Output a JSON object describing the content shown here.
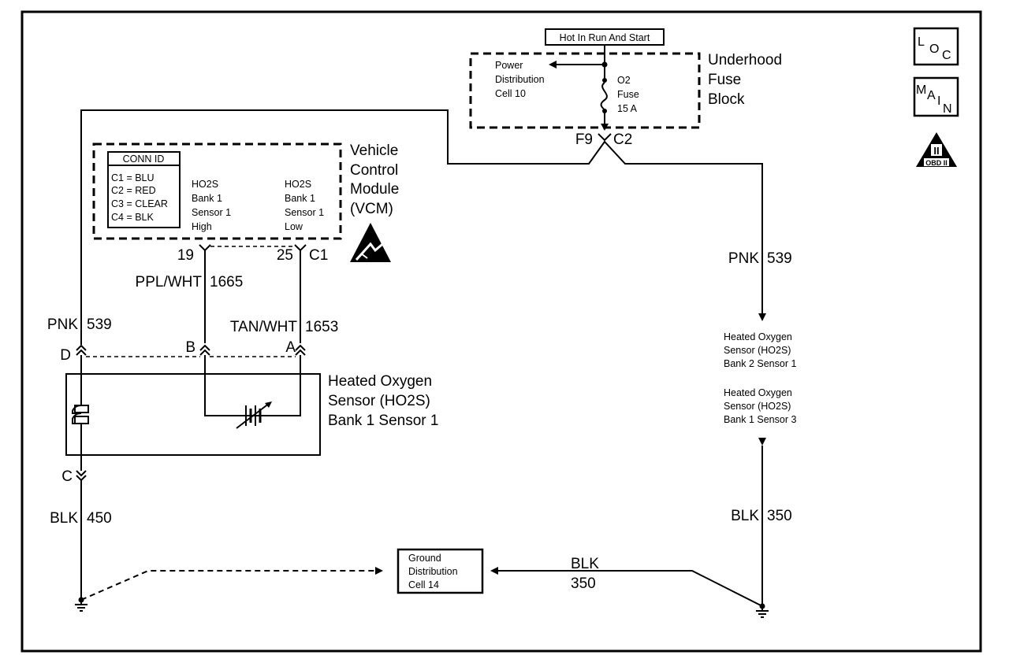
{
  "fuse_block": {
    "hot_label": "Hot In Run And Start",
    "name_lines": [
      "Underhood",
      "Fuse",
      "Block"
    ],
    "power_lines": [
      "Power",
      "Distribution",
      "Cell 10"
    ],
    "fuse_lines": [
      "O2",
      "Fuse",
      "15 A"
    ],
    "cavity": "F9",
    "connector": "C2"
  },
  "badges": {
    "loc": {
      "top": "L",
      "middle": "O",
      "bottom": "C"
    },
    "main": {
      "top": "M",
      "middle": "A",
      "lower": "I",
      "bottom": "N"
    },
    "obd_numeral": "II",
    "obd_text": "OBD II"
  },
  "vcm": {
    "name_lines": [
      "Vehicle",
      "Control",
      "Module",
      "(VCM)"
    ],
    "conn_id_title": "CONN ID",
    "conn_ids": [
      "C1 = BLU",
      "C2 = RED",
      "C3 = CLEAR",
      "C4 = BLK"
    ],
    "pin_high_lines": [
      "HO2S",
      "Bank 1",
      "Sensor 1",
      "High"
    ],
    "pin_low_lines": [
      "HO2S",
      "Bank 1",
      "Sensor 1",
      "Low"
    ],
    "pin_high_num": "19",
    "pin_low_num": "25",
    "connector": "C1"
  },
  "wires": {
    "pnk_left": {
      "color": "PNK",
      "circuit": "539"
    },
    "pnk_right": {
      "color": "PNK",
      "circuit": "539"
    },
    "ppl_wht": {
      "color": "PPL/WHT",
      "circuit": "1665"
    },
    "tan_wht": {
      "color": "TAN/WHT",
      "circuit": "1653"
    },
    "blk_left": {
      "color": "BLK",
      "circuit": "450"
    },
    "blk_right": {
      "color": "BLK",
      "circuit": "350"
    },
    "blk_bottom": {
      "color": "BLK",
      "circuit": "350"
    }
  },
  "sensor": {
    "name_lines": [
      "Heated Oxygen",
      "Sensor (HO2S)",
      "Bank 1 Sensor 1"
    ],
    "pin_d": "D",
    "pin_b": "B",
    "pin_a": "A",
    "pin_c": "C"
  },
  "right_sensors": {
    "first_lines": [
      "Heated Oxygen",
      "Sensor (HO2S)",
      "Bank 2 Sensor 1"
    ],
    "second_lines": [
      "Heated Oxygen",
      "Sensor (HO2S)",
      "Bank 1 Sensor 3"
    ]
  },
  "ground": {
    "lines": [
      "Ground",
      "Distribution",
      "Cell 14"
    ]
  }
}
